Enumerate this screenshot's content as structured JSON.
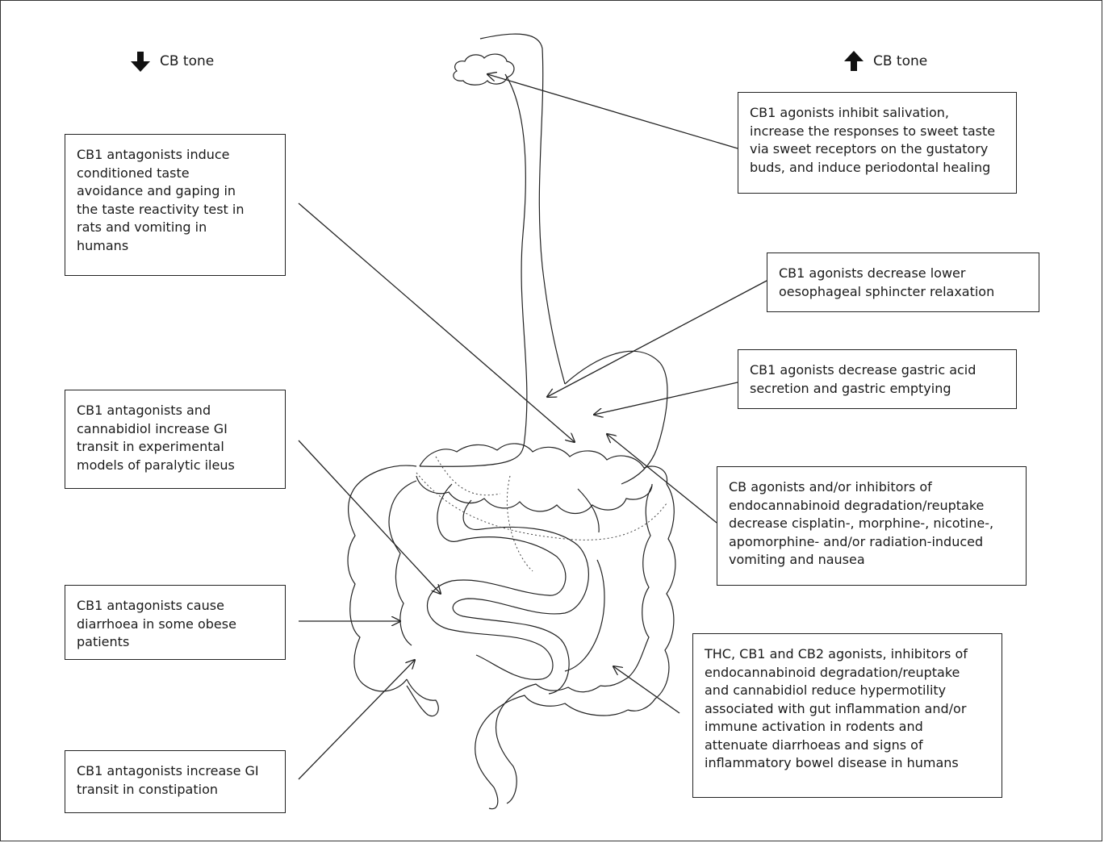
{
  "header": {
    "left_label": "CB tone",
    "left_icon": "arrow-down-icon",
    "right_label": "CB tone",
    "right_icon": "arrow-up-icon"
  },
  "left_boxes": [
    {
      "text": "CB1 antagonists induce\nconditioned taste\navoidance and gaping in\nthe taste reactivity test in\nrats and vomiting in\nhumans"
    },
    {
      "text": "CB1 antagonists and\ncannabidiol increase GI\ntransit in experimental\nmodels of paralytic ileus"
    },
    {
      "text": "CB1 antagonists cause\ndiarrhoea in some obese\npatients"
    },
    {
      "text": "CB1 antagonists increase GI\ntransit in constipation"
    }
  ],
  "right_boxes": [
    {
      "text": "CB1 agonists inhibit salivation,\nincrease the responses to sweet taste\nvia sweet receptors on the gustatory\nbuds, and induce periodontal healing"
    },
    {
      "text": "CB1 agonists decrease lower\noesophageal sphincter relaxation"
    },
    {
      "text": "CB1 agonists decrease gastric acid\nsecretion and gastric emptying"
    },
    {
      "text": "CB agonists and/or inhibitors of\nendocannabinoid degradation/reuptake\ndecrease cisplatin-, morphine-, nicotine-,\napomorphine- and/or radiation-induced\nvomiting and nausea"
    },
    {
      "text": "THC, CB1 and CB2 agonists, inhibitors of\nendocannabinoid degradation/reuptake\nand cannabidiol reduce hypermotility\nassociated with gut inflammation and/or\nimmune activation in rodents and\nattenuate diarrhoeas and signs of\ninflammatory bowel disease in humans"
    }
  ],
  "figure": {
    "organs": [
      "mouth-icon",
      "oesophagus-icon",
      "stomach-icon",
      "small-intestine-icon",
      "colon-icon"
    ]
  }
}
